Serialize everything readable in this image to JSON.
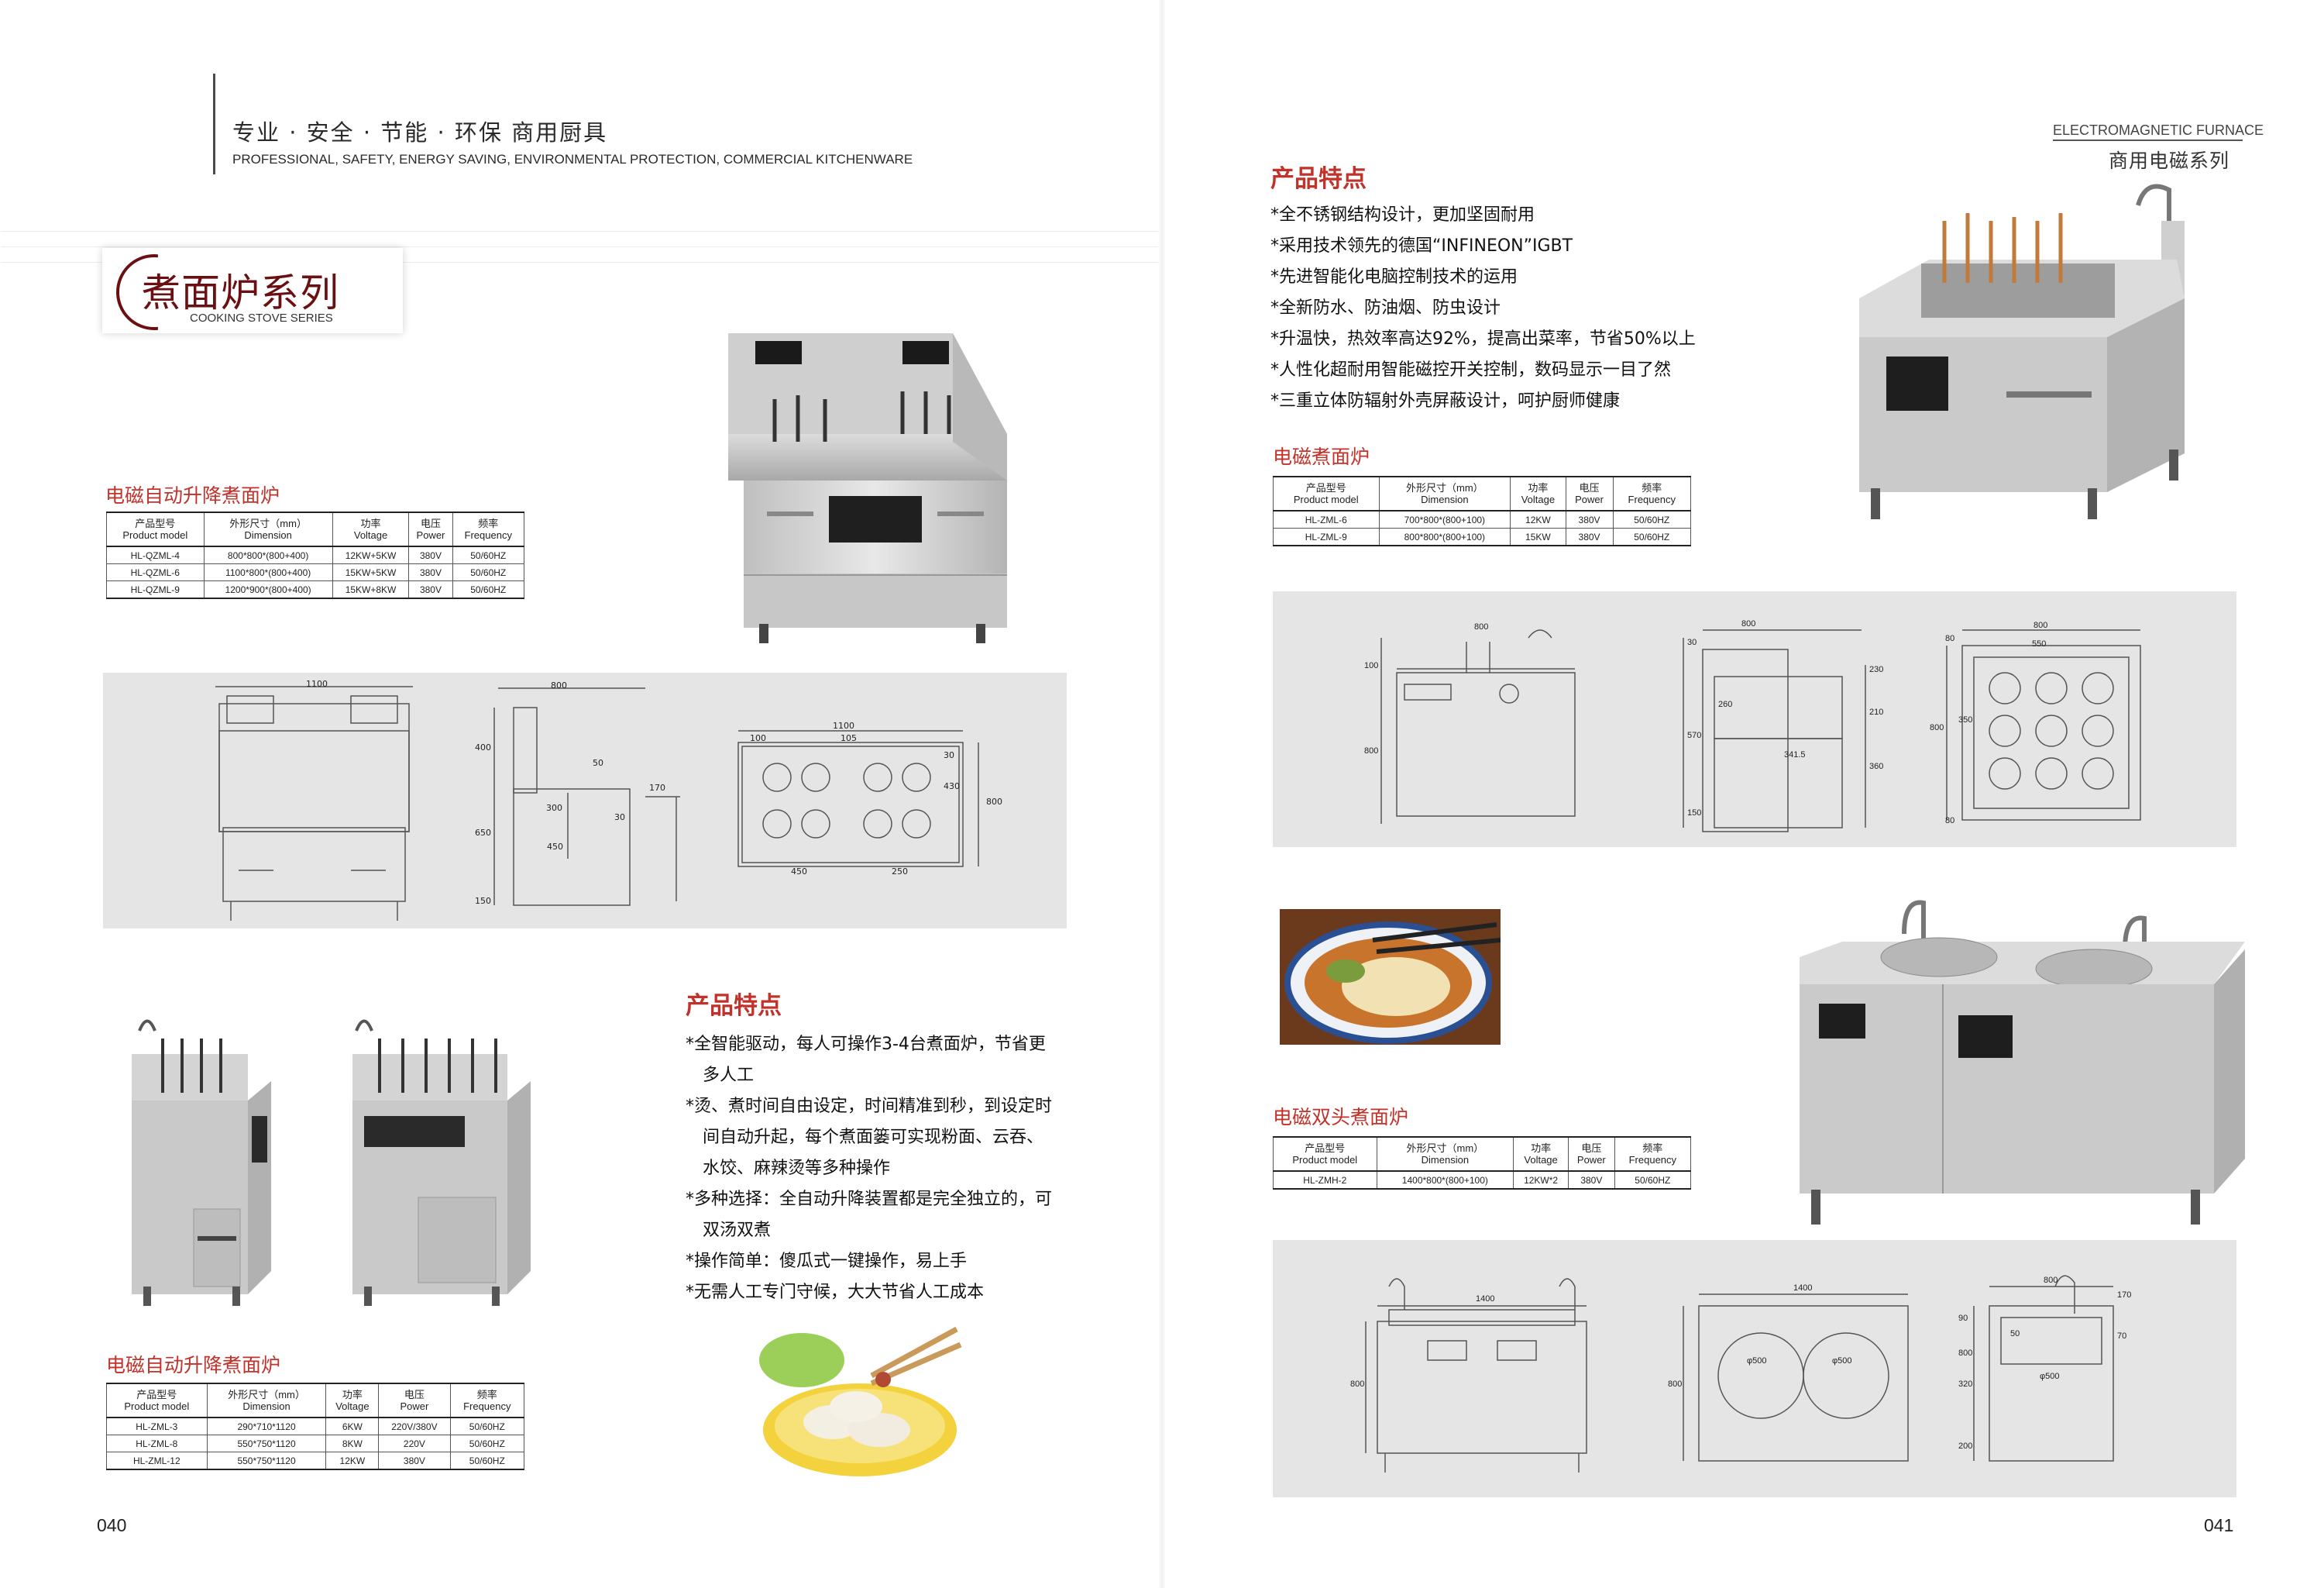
{
  "header_left": {
    "title_cn": "专业 · 安全 · 节能 · 环保  商用厨具",
    "title_en": "PROFESSIONAL, SAFETY, ENERGY SAVING, ENVIRONMENTAL PROTECTION, COMMERCIAL KITCHENWARE"
  },
  "series": {
    "title_cn": "煮面炉系列",
    "title_en": "COOKING STOVE SERIES"
  },
  "header_right": {
    "title_en": "ELECTROMAGNETIC FURNACE",
    "title_cn": "商用电磁系列"
  },
  "table_headers": [
    {
      "cn": "产品型号",
      "en": "Product model"
    },
    {
      "cn": "外形尺寸（mm）",
      "en": "Dimension"
    },
    {
      "cn": "功率",
      "en": "Voltage"
    },
    {
      "cn": "电压",
      "en": "Power"
    },
    {
      "cn": "频率",
      "en": "Frequency"
    }
  ],
  "products": {
    "qzml": {
      "title": "电磁自动升降煮面炉",
      "rows": [
        [
          "HL-QZML-4",
          "800*800*(800+400)",
          "12KW+5KW",
          "380V",
          "50/60HZ"
        ],
        [
          "HL-QZML-6",
          "1100*800*(800+400)",
          "15KW+5KW",
          "380V",
          "50/60HZ"
        ],
        [
          "HL-QZML-9",
          "1200*900*(800+400)",
          "15KW+8KW",
          "380V",
          "50/60HZ"
        ]
      ]
    },
    "zml_auto": {
      "title": "电磁自动升降煮面炉",
      "rows": [
        [
          "HL-ZML-3",
          "290*710*1120",
          "6KW",
          "220V/380V",
          "50/60HZ"
        ],
        [
          "HL-ZML-8",
          "550*750*1120",
          "8KW",
          "220V",
          "50/60HZ"
        ],
        [
          "HL-ZML-12",
          "550*750*1120",
          "12KW",
          "380V",
          "50/60HZ"
        ]
      ]
    },
    "zml": {
      "title": "电磁煮面炉",
      "rows": [
        [
          "HL-ZML-6",
          "700*800*(800+100)",
          "12KW",
          "380V",
          "50/60HZ"
        ],
        [
          "HL-ZML-9",
          "800*800*(800+100)",
          "15KW",
          "380V",
          "50/60HZ"
        ]
      ]
    },
    "zmh": {
      "title": "电磁双头煮面炉",
      "rows": [
        [
          "HL-ZMH-2",
          "1400*800*(800+100)",
          "12KW*2",
          "380V",
          "50/60HZ"
        ]
      ]
    }
  },
  "features_left": {
    "title": "产品特点",
    "items": [
      "*全智能驱动，每人可操作3-4台煮面炉，节省更",
      "多人工",
      "*烫、煮时间自由设定，时间精准到秒，到设定时",
      "间自动升起，每个煮面篓可实现粉面、云吞、",
      "水饺、麻辣烫等多种操作",
      "*多种选择：全自动升降装置都是完全独立的，可",
      "双汤双煮",
      "*操作简单：傻瓜式一键操作，易上手",
      "*无需人工专门守候，大大节省人工成本"
    ]
  },
  "features_right": {
    "title": "产品特点",
    "items": [
      "*全不锈钢结构设计，更加坚固耐用",
      "*采用技术领先的德国“INFINEON”IGBT",
      "*先进智能化电脑控制技术的运用",
      "*全新防水、防油烟、防虫设计",
      "*升温快，热效率高达92%，提高出菜率，节省50%以上",
      "*人性化超耐用智能磁控开关控制，数码显示一目了然",
      "*三重立体防辐射外壳屏蔽设计，呵护厨师健康"
    ]
  },
  "drawings": {
    "qzml": {
      "d1": "1100",
      "d2": "800",
      "d3": "1100",
      "d4": "400",
      "d5": "650",
      "d6": "150",
      "d7": "50",
      "d8": "300",
      "d9": "450",
      "d10": "170",
      "d11": "30",
      "d12": "100",
      "d13": "105",
      "d14": "450",
      "d15": "250",
      "d16": "430",
      "d17": "800",
      "d18": "30"
    },
    "zml": {
      "d1": "800",
      "d2": "800",
      "d3": "800",
      "d4": "550",
      "d5": "100",
      "d6": "800",
      "d7": "30",
      "d8": "570",
      "d9": "341.5",
      "d10": "360",
      "d11": "150",
      "d12": "260",
      "d13": "210",
      "d14": "230",
      "d15": "800",
      "d16": "350",
      "d17": "80",
      "d18": "80"
    },
    "zmh": {
      "d1": "1400",
      "d2": "1400",
      "d3": "800",
      "d4": "800",
      "d5": "φ500",
      "d6": "φ500",
      "d7": "800",
      "d8": "200",
      "d9": "φ500",
      "d10": "90",
      "d11": "170",
      "d12": "50",
      "d13": "320",
      "d14": "70",
      "d15": "800"
    }
  },
  "page_numbers": {
    "left": "040",
    "right": "041"
  }
}
